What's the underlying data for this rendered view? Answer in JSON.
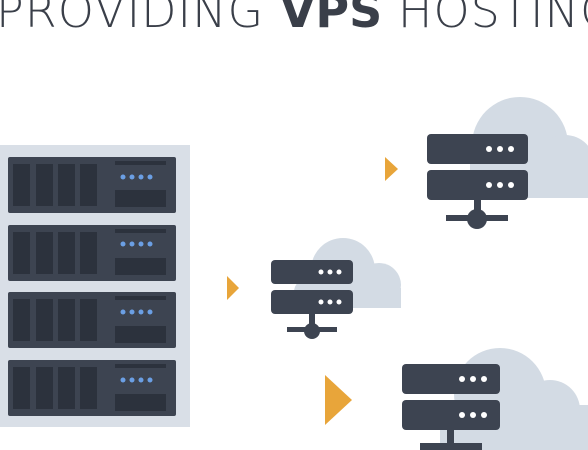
{
  "headline": {
    "prefix": "PROVIDING ",
    "emphasis": "VPS",
    "suffix": " HOSTING"
  },
  "colors": {
    "text": "#3a3f49",
    "server_dark": "#3d4451",
    "server_slot": "#2c323d",
    "rack_frame": "#d9dfe7",
    "led_blue": "#6b9fe4",
    "cloud": "#d3dbe4",
    "arrow": "#e8a53a",
    "led_white": "#ffffff"
  },
  "icons": {
    "rack": "server-rack-icon",
    "server": "cloud-server-icon",
    "arrow": "arrow-right-icon"
  }
}
